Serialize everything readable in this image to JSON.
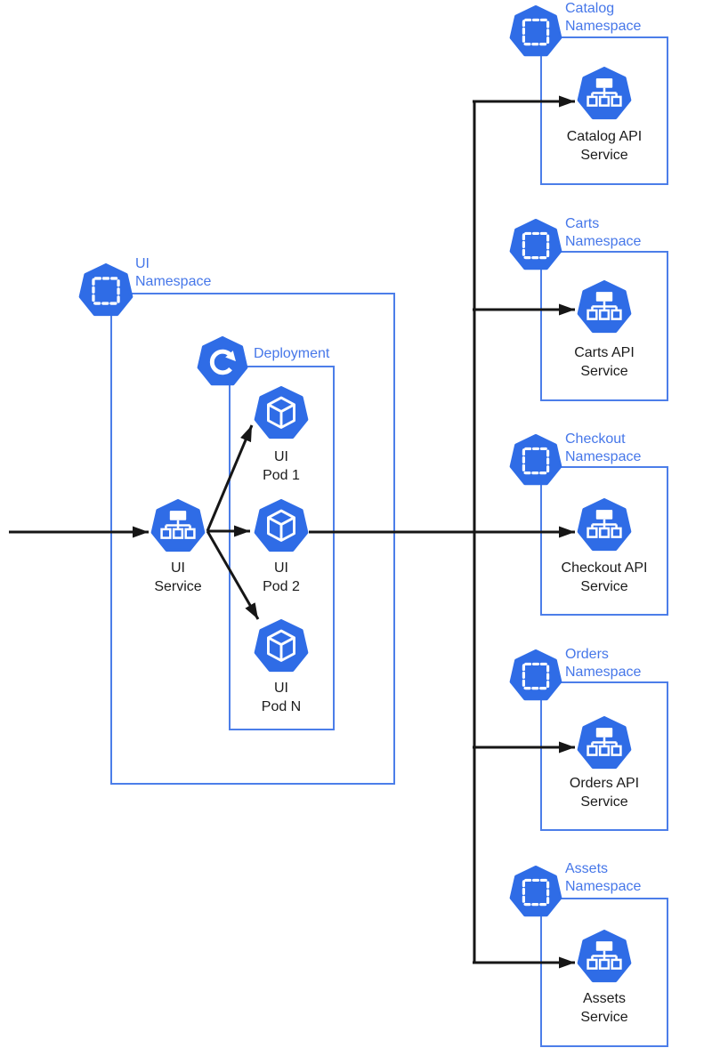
{
  "diagram": {
    "title": "kubernetes-retail-store-architecture",
    "colors": {
      "icon_blue": "#2F6CE6",
      "label_blue": "#4677E9",
      "box_border_blue": "#4C7EE9",
      "arrow_black": "#161616",
      "text_black": "#1b1b1b",
      "icon_glyph_white": "#ffffff"
    },
    "icons": {
      "namespace": "k8s-namespace-icon",
      "deployment": "k8s-deployment-icon",
      "service": "k8s-service-icon",
      "pod": "k8s-pod-icon"
    },
    "ui_namespace": {
      "label": "UI\nNamespace",
      "service": {
        "label": "UI\nService"
      },
      "deployment": {
        "label": "Deployment",
        "pods": [
          {
            "label": "UI\nPod 1"
          },
          {
            "label": "UI\nPod 2"
          },
          {
            "label": "UI\nPod N"
          }
        ]
      }
    },
    "namespaces": [
      {
        "label": "Catalog\nNamespace",
        "service": {
          "label": "Catalog API\nService"
        }
      },
      {
        "label": "Carts\nNamespace",
        "service": {
          "label": "Carts API\nService"
        }
      },
      {
        "label": "Checkout\nNamespace",
        "service": {
          "label": "Checkout API\nService"
        }
      },
      {
        "label": "Orders\nNamespace",
        "service": {
          "label": "Orders API\nService"
        }
      },
      {
        "label": "Assets\nNamespace",
        "service": {
          "label": "Assets\nService"
        }
      }
    ]
  }
}
